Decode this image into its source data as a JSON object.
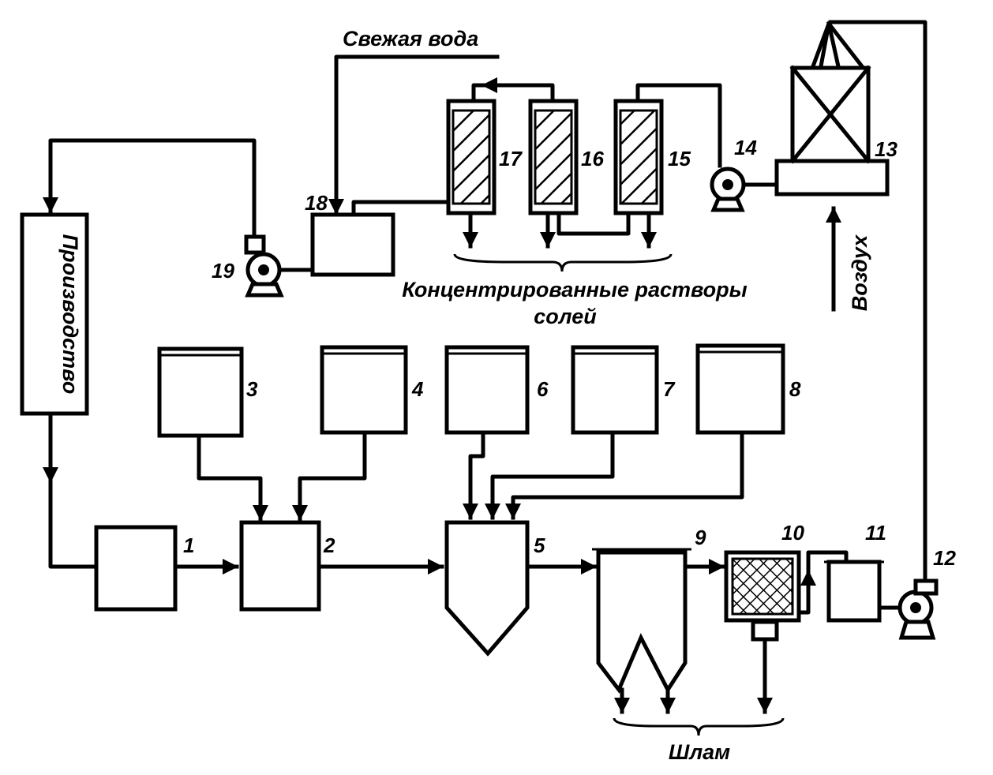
{
  "diagram": {
    "labels": {
      "fresh_water": "Свежая вода",
      "production": "Производство",
      "concentrated_1": "Концентрированные растворы",
      "concentrated_2": "солей",
      "air": "Воздух",
      "sludge": "Шлам"
    },
    "units": [
      "1",
      "2",
      "3",
      "4",
      "5",
      "6",
      "7",
      "8",
      "9",
      "10",
      "11",
      "12",
      "13",
      "14",
      "15",
      "16",
      "17",
      "18",
      "19"
    ],
    "colors": {
      "ink": "#000000",
      "paper": "#ffffff"
    }
  }
}
